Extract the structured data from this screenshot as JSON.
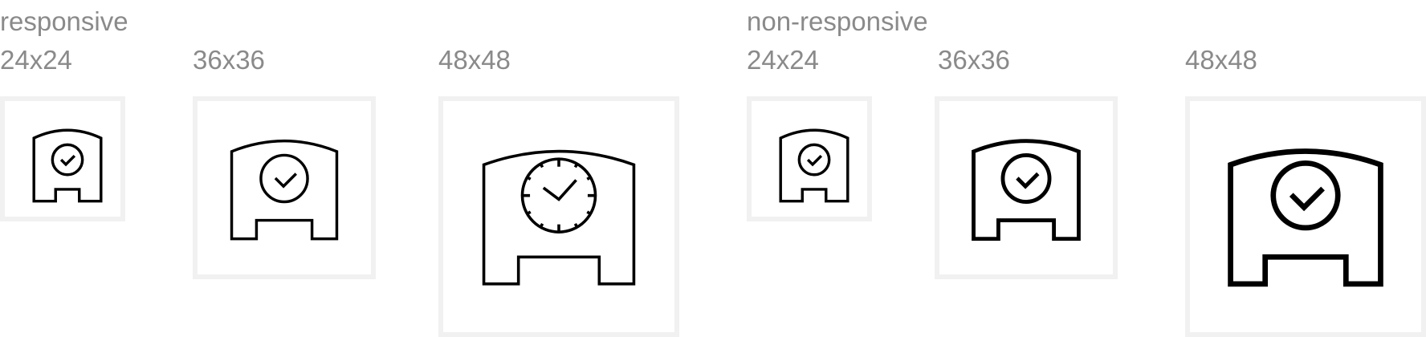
{
  "groups": {
    "responsive": {
      "title": "responsive",
      "sizes": [
        "24x24",
        "36x36",
        "48x48"
      ]
    },
    "non_responsive": {
      "title": "non-responsive",
      "sizes": [
        "24x24",
        "36x36",
        "48x48"
      ]
    }
  },
  "icon": "clock-tower-icon",
  "colors": {
    "label": "#8a8a8a",
    "tile_border": "#f1f1f1",
    "icon_stroke": "#000000",
    "background": "#ffffff"
  }
}
